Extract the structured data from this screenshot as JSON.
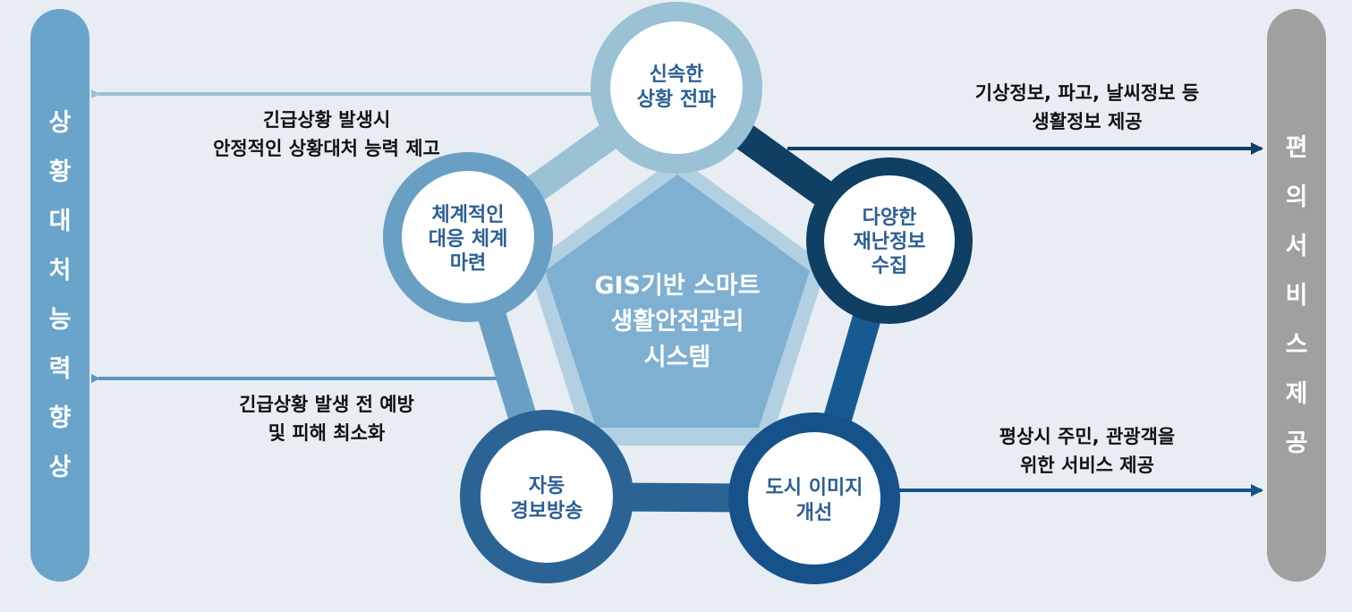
{
  "left_panel": {
    "chars": [
      "상",
      "황",
      "대",
      "처",
      "능",
      "력",
      "향",
      "상"
    ]
  },
  "right_panel": {
    "chars": [
      "편",
      "의",
      "서",
      "비",
      "스",
      "제",
      "공"
    ]
  },
  "center": {
    "lines": [
      "GIS기반 스마트",
      "생활안전관리",
      "시스템"
    ]
  },
  "nodes": [
    {
      "id": "top",
      "lines": [
        "신속한",
        "상황 전파"
      ]
    },
    {
      "id": "left",
      "lines": [
        "체계적인",
        "대응 체계",
        "마련"
      ]
    },
    {
      "id": "right",
      "lines": [
        "다양한",
        "재난정보",
        "수집"
      ]
    },
    {
      "id": "bottom-left",
      "lines": [
        "자동",
        "경보방송"
      ]
    },
    {
      "id": "bottom-right",
      "lines": [
        "도시 이미지",
        "개선"
      ]
    }
  ],
  "captions": {
    "top_left": [
      "긴급상황 발생시",
      "안정적인 상황대처 능력 제고"
    ],
    "bottom_left": [
      "긴급상황 발생 전 예방",
      "및 피해 최소화"
    ],
    "top_right": [
      "기상정보, 파고, 날씨정보 등",
      "생활정보 제공"
    ],
    "bottom_right": [
      "평상시 주민, 관광객을",
      "위한 서비스 제공"
    ]
  },
  "colors": {
    "background": "#e8edf4",
    "left_panel": "#6aa4cb",
    "right_panel": "#a0a0a0",
    "node_text": "#2c5f93"
  }
}
